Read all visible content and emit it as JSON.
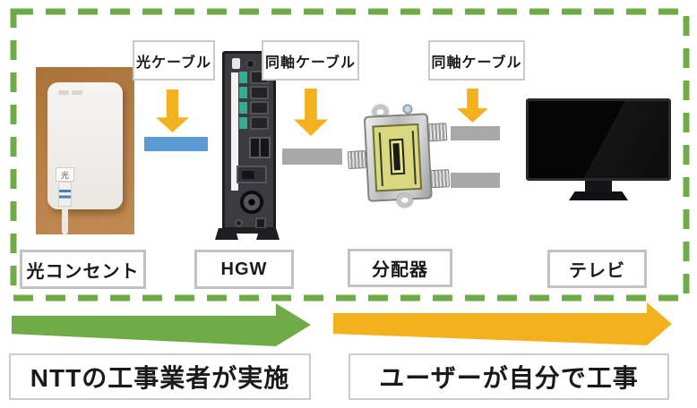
{
  "diagram": {
    "boundary_color": "#6fac47",
    "cable_labels": [
      {
        "text": "光ケーブル"
      },
      {
        "text": "同軸ケーブル"
      },
      {
        "text": "同軸ケーブル"
      }
    ],
    "device_labels": [
      {
        "text": "光コンセント"
      },
      {
        "text": "HGW"
      },
      {
        "text": "分配器"
      },
      {
        "text": "テレビ"
      }
    ],
    "optical_outlet_mark": "光",
    "colors": {
      "green": "#6fac47",
      "yellow": "#f2b11d",
      "optical_cable_blue": "#5b9bd5",
      "coax_cable_gray": "#a8a8a8"
    }
  },
  "footer": {
    "sections": [
      {
        "label": "NTTの工事業者が実施",
        "arrow_color": "#6fac47"
      },
      {
        "label": "ユーザーが自分で工事",
        "arrow_color": "#f2b11d"
      }
    ]
  }
}
